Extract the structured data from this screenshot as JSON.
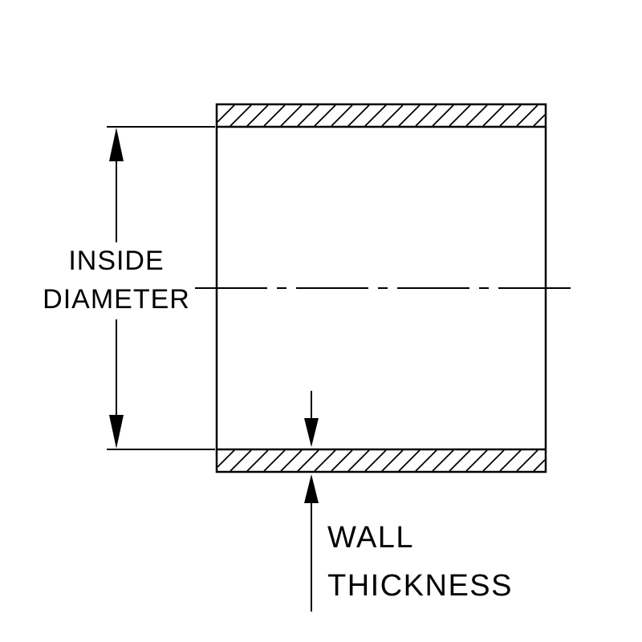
{
  "diagram": {
    "labels": {
      "inside_diameter_1": "INSIDE",
      "inside_diameter_2": "DIAMETER",
      "wall_thickness_1": "WALL",
      "wall_thickness_2": "THICKNESS"
    },
    "colors": {
      "line": "#000000",
      "background": "#ffffff"
    }
  }
}
